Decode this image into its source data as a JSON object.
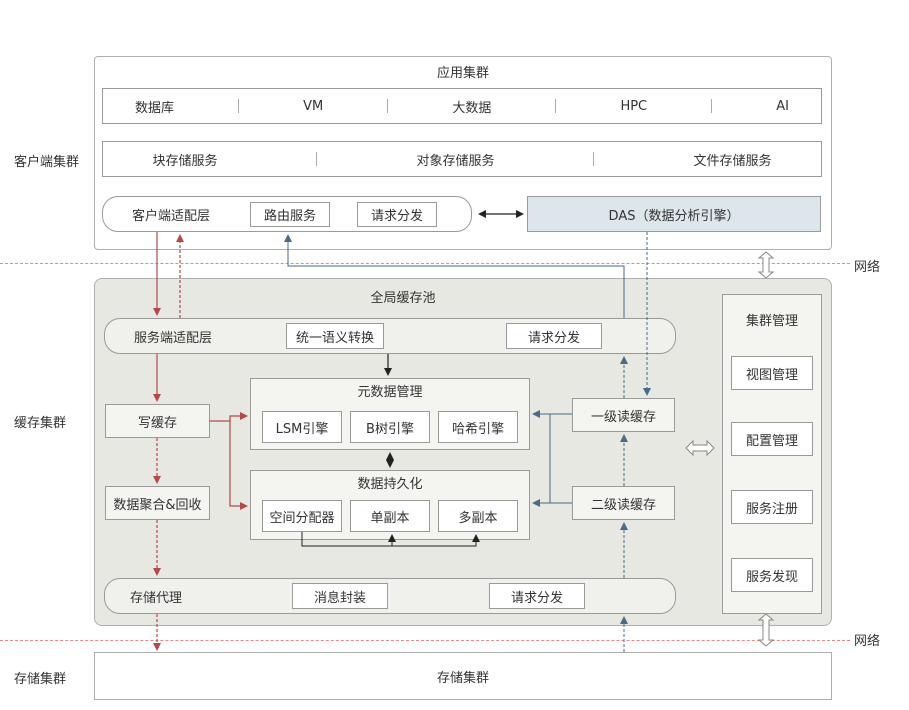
{
  "labels": {
    "client_cluster": "客户端集群",
    "cache_cluster": "缓存集群",
    "storage_cluster_side": "存储集群",
    "network_top": "网络",
    "network_bottom": "网络"
  },
  "app_cluster": {
    "title": "应用集群",
    "items": [
      "数据库",
      "VM",
      "大数据",
      "HPC",
      "AI"
    ]
  },
  "storage_services": [
    "块存储服务",
    "对象存储服务",
    "文件存储服务"
  ],
  "client_adapter": {
    "label": "客户端适配层",
    "routing": "路由服务",
    "dispatch": "请求分发"
  },
  "das": "DAS（数据分析引擎）",
  "global_cache": {
    "title": "全局缓存池",
    "server_adapter": {
      "label": "服务端适配层",
      "semantic": "统一语义转换",
      "dispatch": "请求分发"
    },
    "write_cache": "写缓存",
    "aggregate": "数据聚合&回收",
    "metadata": {
      "title": "元数据管理",
      "engines": [
        "LSM引擎",
        "B树引擎",
        "哈希引擎"
      ]
    },
    "persistence": {
      "title": "数据持久化",
      "items": [
        "空间分配器",
        "单副本",
        "多副本"
      ]
    },
    "l1_read": "一级读缓存",
    "l2_read": "二级读缓存",
    "storage_proxy": {
      "label": "存储代理",
      "msg": "消息封装",
      "dispatch": "请求分发"
    }
  },
  "cluster_mgmt": {
    "title": "集群管理",
    "items": [
      "视图管理",
      "配置管理",
      "服务注册",
      "服务发现"
    ]
  },
  "storage_cluster": "存储集群",
  "colors": {
    "accent_red": "#b24a4a",
    "accent_blue": "#4a6a8a",
    "das_bg": "#dde6ea",
    "pool_bg": "#e6e8e1",
    "network_line": "#e08a8a"
  }
}
